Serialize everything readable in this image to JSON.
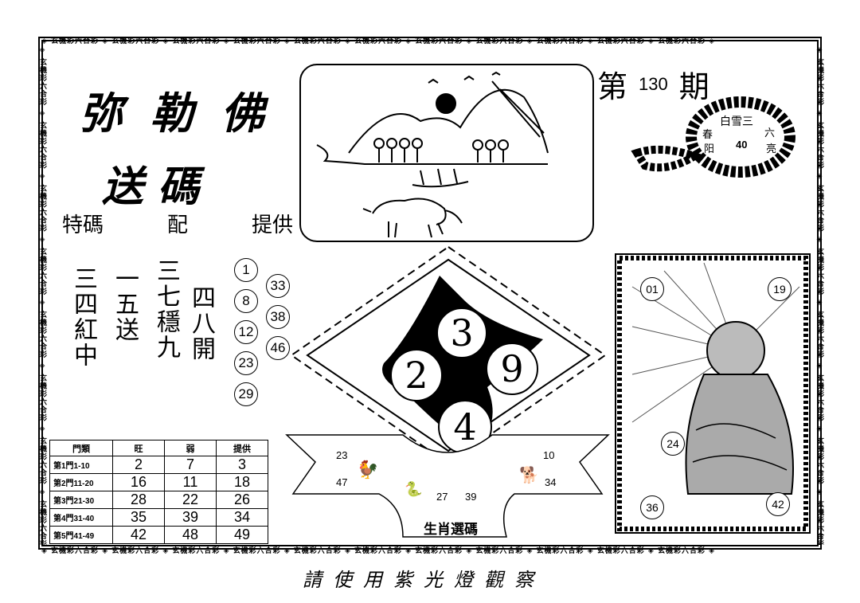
{
  "border": {
    "pattern": "◈ 玄機彩六合彩 ◈ 玄機彩六合彩 ◈ 玄機彩六合彩 ◈ 玄機彩六合彩 ◈ 玄機彩六合彩 ◈ 玄機彩六合彩 ◈ 玄機彩六合彩 ◈ 玄機彩六合彩 ◈ 玄機彩六合彩 ◈ 玄機彩六合彩 ◈ 玄機彩六合彩 ◈"
  },
  "header": {
    "title": "弥 勒 佛",
    "subtitle": "送碼",
    "labels": [
      "特碼",
      "配",
      "提供"
    ]
  },
  "period": {
    "prefix": "第",
    "number": "130",
    "suffix": "期"
  },
  "bracelet": {
    "chars": [
      "白雪三",
      "春",
      "六",
      "阳",
      "40",
      "亮"
    ]
  },
  "columns": [
    {
      "text": "三四紅中"
    },
    {
      "text": "一五送"
    },
    {
      "text": "三七穩九"
    },
    {
      "text": "四八開"
    }
  ],
  "circled_left": [
    "1",
    "8",
    "12",
    "23",
    "29"
  ],
  "circled_right": [
    "33",
    "38",
    "46"
  ],
  "diamond": {
    "digits": [
      "3",
      "2",
      "9",
      "4"
    ]
  },
  "ribbon": {
    "label": "生肖選碼",
    "numbers": {
      "left_top": "23",
      "left_bottom": "47",
      "right_top": "10",
      "right_bottom": "34",
      "mid_a": "27",
      "mid_b": "39"
    }
  },
  "photo_numbers": {
    "tl": "01",
    "tr": "19",
    "ml": "24",
    "bl": "36",
    "br": "42"
  },
  "table": {
    "headers": [
      "門類",
      "旺",
      "弱",
      "提供"
    ],
    "rows": [
      {
        "cat": "第1門1-10",
        "a": "2",
        "b": "7",
        "c": "3"
      },
      {
        "cat": "第2門11-20",
        "a": "16",
        "b": "11",
        "c": "18"
      },
      {
        "cat": "第3門21-30",
        "a": "28",
        "b": "22",
        "c": "26"
      },
      {
        "cat": "第4門31-40",
        "a": "35",
        "b": "39",
        "c": "34"
      },
      {
        "cat": "第5門41-49",
        "a": "42",
        "b": "48",
        "c": "49"
      }
    ]
  },
  "footer": {
    "text": "請使用紫光燈觀察"
  }
}
